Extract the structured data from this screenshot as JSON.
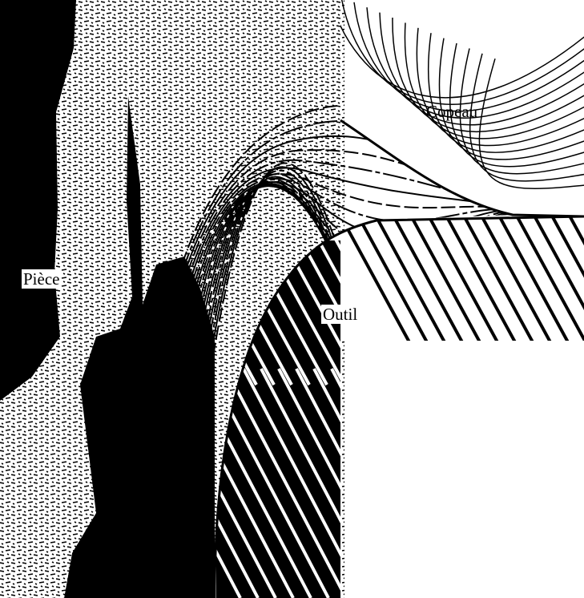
{
  "labels": {
    "workpiece": "Pièce",
    "tool": "Outil",
    "chip": "Copeau"
  },
  "colors": {
    "ink": "#000000",
    "paper": "#ffffff"
  }
}
